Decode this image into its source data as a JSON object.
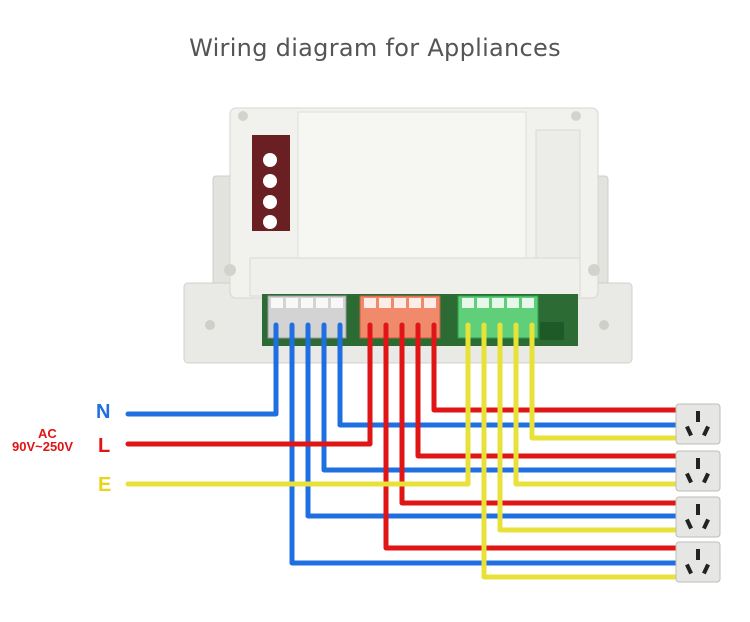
{
  "title": "Wiring diagram for Appliances",
  "labels": {
    "n": "N",
    "l": "L",
    "e": "E",
    "ac": "AC",
    "voltage": "90V~250V"
  },
  "colors": {
    "neutral": "#1f6fe0",
    "live": "#e01515",
    "earth": "#e8e13a",
    "housing": "#eeeeea",
    "terminal_neutral": "#c9c9c9",
    "terminal_live": "#f08a6a",
    "terminal_earth": "#5fcf7a"
  },
  "icons": {
    "device": "relay-module-icon",
    "socket": "power-socket-icon"
  },
  "socket_count": 4
}
